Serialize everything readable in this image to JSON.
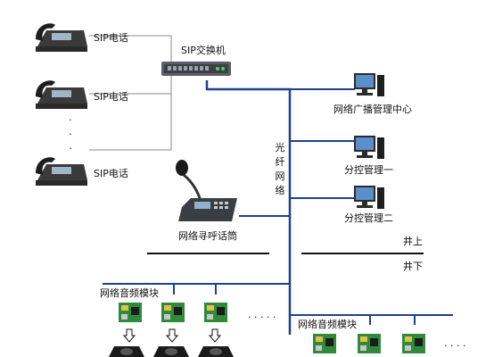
{
  "sip_phones": [
    {
      "label": "SIP电话"
    },
    {
      "label": "SIP电话"
    },
    {
      "label": "SIP电话"
    }
  ],
  "phone_ellipsis": ".\n.\n.",
  "switch": {
    "label": "SIP交换机"
  },
  "fiber": {
    "label": "光纤网络"
  },
  "center": {
    "label": "网络广播管理中心"
  },
  "sub1": {
    "label": "分控管理一"
  },
  "sub2": {
    "label": "分控管理二"
  },
  "mic": {
    "label": "网络寻呼话筒"
  },
  "zones": {
    "upper": "井上",
    "lower": "井下"
  },
  "modules": {
    "left_label": "网络音频模块",
    "right_label": "网络音频模块",
    "left_ellipsis": ". . . . .",
    "right_ellipsis": ". . . ."
  },
  "colors": {
    "network_line": "#1f3f8f",
    "phone_line": "#8a8a8a",
    "zone_line": "#111111"
  }
}
